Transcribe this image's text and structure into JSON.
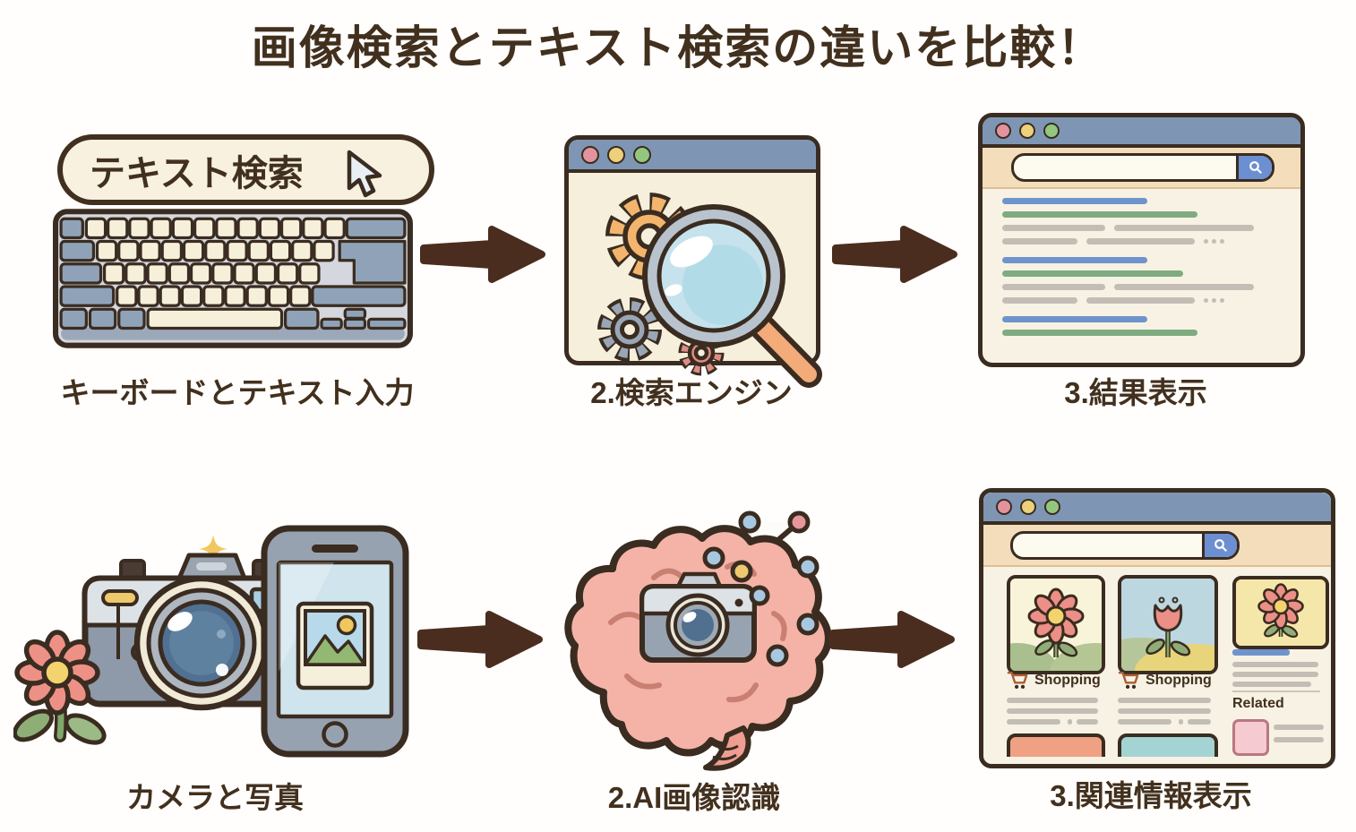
{
  "title": "画像検索とテキスト検索の違いを比較！",
  "text_search_flow": {
    "query_pill_label": "テキスト検索",
    "step1_caption": "キーボードとテキスト入力",
    "step2_caption": "2.検索エンジン",
    "step3_caption": "3.結果表示"
  },
  "image_search_flow": {
    "step1_caption": "カメラと写真",
    "step2_caption": "2.AI画像認識",
    "step3_caption": "3.関連情報表示",
    "result_card1_tag": "Shopping",
    "result_card2_tag": "Shopping",
    "related_heading": "Related"
  },
  "icons": {
    "cursor": "mouse-cursor-icon",
    "traffic_lights": "window-traffic-light-icons",
    "gear": "gear-icon",
    "magnifier": "magnifying-glass-icon",
    "search_button": "search-icon",
    "cart": "shopping-cart-icon",
    "sparkle": "sparkle-icon",
    "arrow": "flow-arrow-icon",
    "keyboard": "keyboard-illustration",
    "camera": "camera-illustration",
    "smartphone": "smartphone-illustration",
    "brain": "ai-brain-illustration",
    "flower": "flower-illustration"
  },
  "colors": {
    "background": "#ffffff",
    "ink": "#42301e",
    "arrow": "#4a2d1e",
    "browser_bar": "#7e96b4",
    "browser_body": "#f7f2e4",
    "search_band": "#f3ddbb",
    "dot_red": "#e2939e",
    "dot_yellow": "#ecd07a",
    "dot_green": "#94c77e",
    "link_blue": "#6f93cc",
    "url_green": "#7fab80",
    "line_gray": "#c3bdb5",
    "gear_orange": "#f3b56e",
    "brain_pink": "#f4b3a6"
  }
}
